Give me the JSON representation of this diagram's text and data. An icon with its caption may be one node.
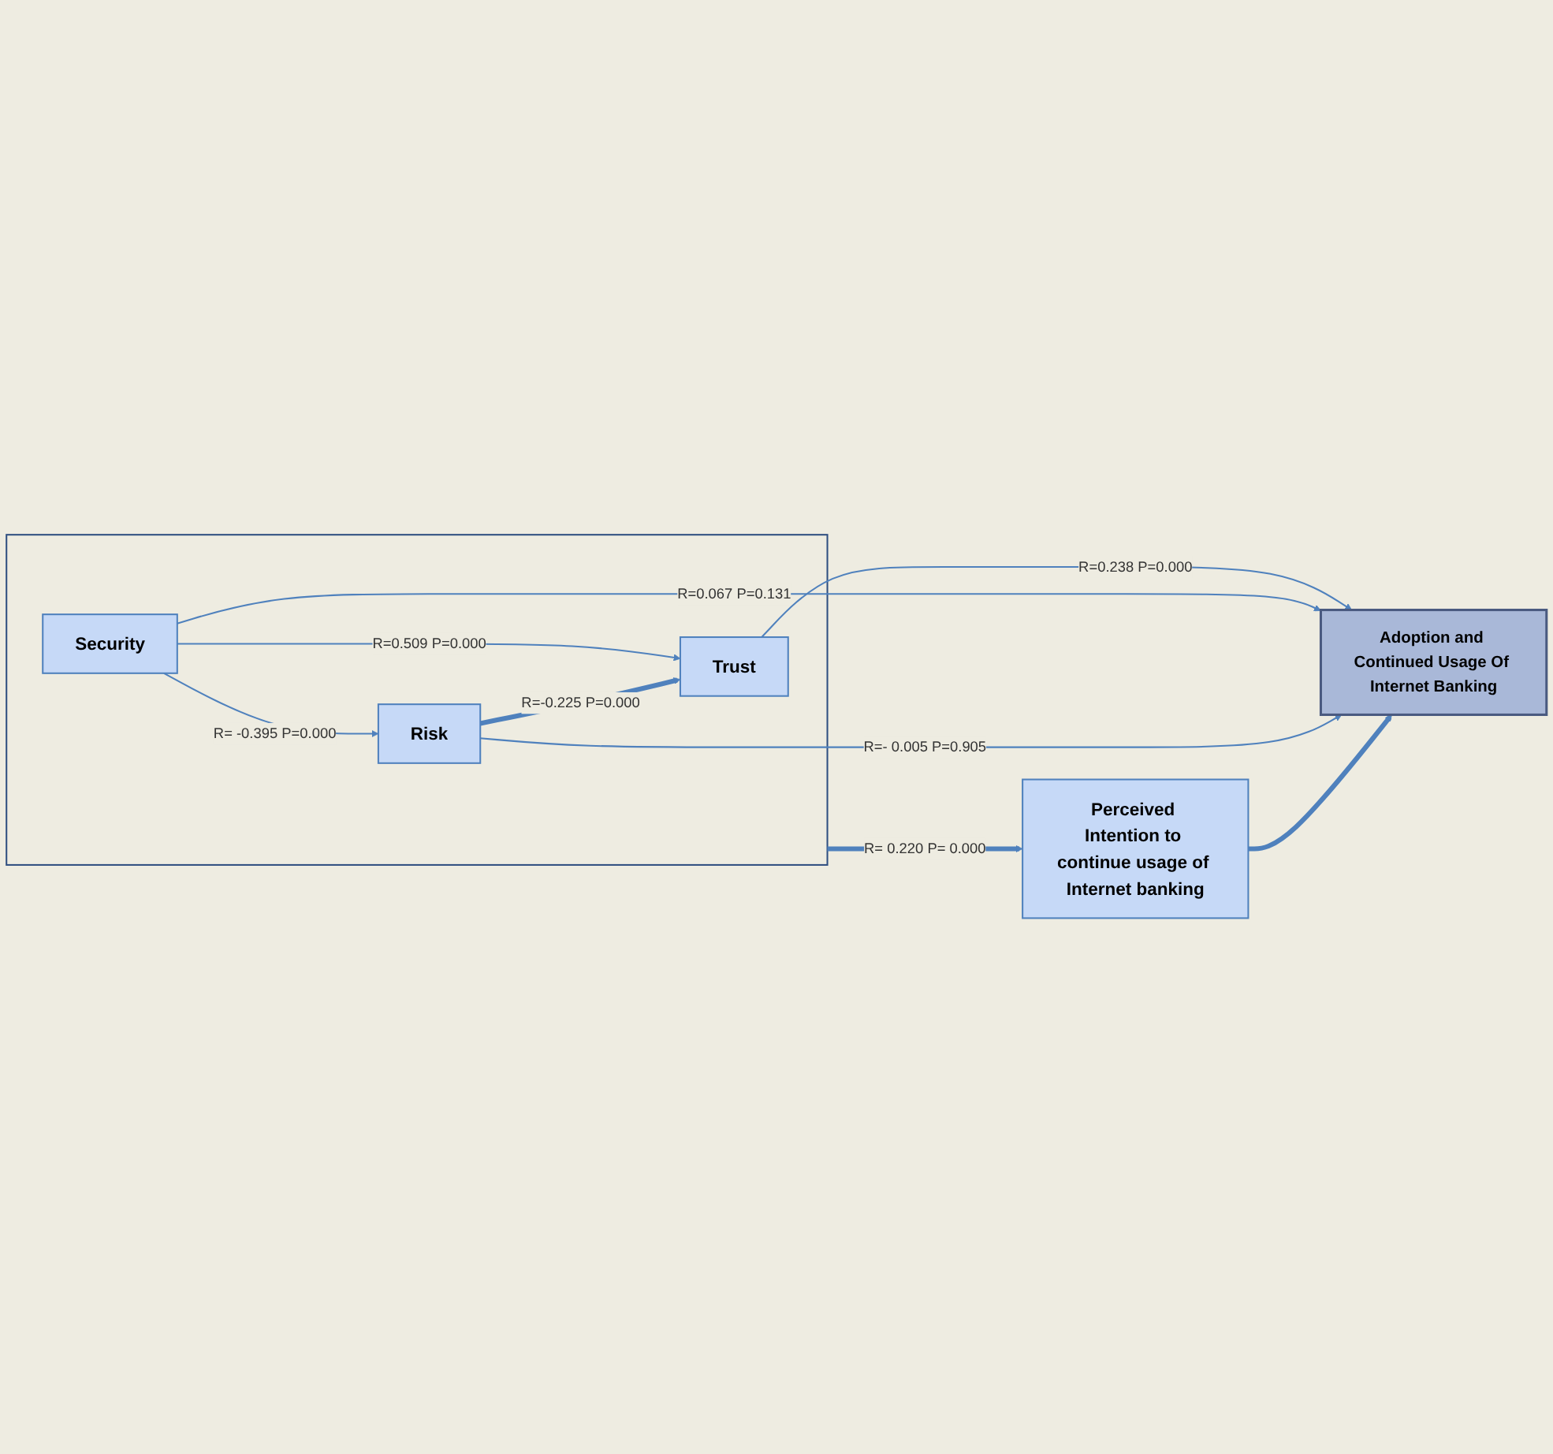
{
  "diagram": {
    "nodes": [
      {
        "text": [],
        "shape": "box"
      },
      {
        "text": [
          "Trust"
        ],
        "in": 0
      },
      {
        "text": [
          "Security"
        ],
        "in": 0
      },
      {
        "text": [
          "Risk"
        ],
        "in": 0
      },
      {
        "text": [
          "Adoption and Continued Usage Of Internet Banking"
        ]
      },
      {
        "text": [
          "Perceived Intention to continue usage of Internet banking"
        ]
      }
    ],
    "edges": [
      {
        "from": 1,
        "to": 4,
        "arrow": "to",
        "label": "R=0.238 P=0.000"
      },
      {
        "from": 2,
        "to": 1,
        "arrow": "to",
        "label": "R=0.509 P=0.000"
      },
      {
        "from": 2,
        "to": 4,
        "arrow": "to",
        "label": "R=0.067 P=0.131"
      },
      {
        "from": 2,
        "to": 3,
        "arrow": "to",
        "label": "R= -0.395 P=0.000"
      },
      {
        "from": 3,
        "to": 4,
        "arrow": "to",
        "label": "R=- 0.005 P=0.905"
      },
      {
        "from": 3,
        "to": 1,
        "arrow": "to",
        "label": "R=-0.225 P=0.000",
        "style": "thick"
      },
      {
        "from": 0,
        "to": 5,
        "arrow": "to",
        "label": "R= 0.220 P= 0.000",
        "style": "thick"
      },
      {
        "from": 5,
        "to": 4,
        "arrow": "to",
        "style": "thick"
      }
    ]
  }
}
